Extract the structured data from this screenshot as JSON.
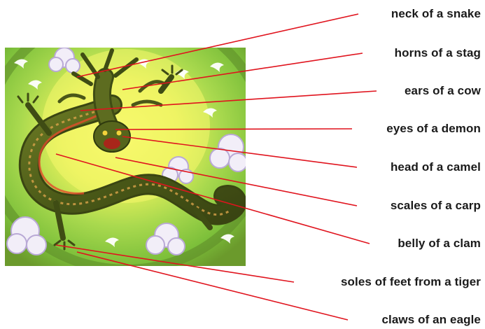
{
  "labels": [
    "neck of a snake",
    "horns of a stag",
    "ears of a cow",
    "eyes of a demon",
    "head of a camel",
    "scales of a carp",
    "belly of a clam",
    "soles of feet from a tiger",
    "claws of an eagle"
  ],
  "colors": {
    "leader_line": "#e0141e",
    "label_text": "#1a1a1a"
  }
}
